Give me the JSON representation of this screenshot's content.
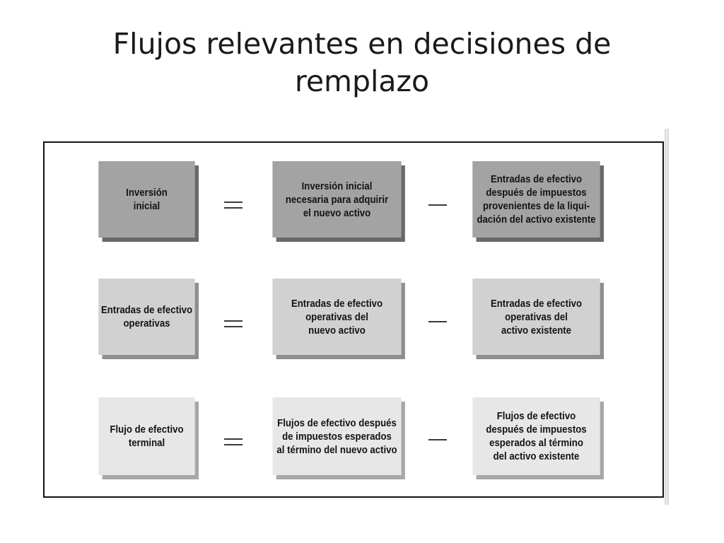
{
  "slide": {
    "title": "Flujos relevantes en decisiones de remplazo"
  },
  "diagram": {
    "rows": [
      {
        "result": "Inversión\ninicial",
        "operand_a": "Inversión inicial\nnecesaria para adquirir\nel nuevo activo",
        "operand_b": "Entradas de efectivo\ndespués de impuestos\nprovenientes de la liqui-\ndación del activo existente"
      },
      {
        "result": "Entradas de efectivo\noperativas",
        "operand_a": "Entradas de efectivo\noperativas del\nnuevo activo",
        "operand_b": "Entradas de efectivo\noperativas del\nactivo existente"
      },
      {
        "result": "Flujo de efectivo\nterminal",
        "operand_a": "Flujos de efectivo después\nde impuestos esperados\nal término del nuevo activo",
        "operand_b": "Flujos de efectivo\ndespués de impuestos\nesperados al término\ndel activo existente"
      }
    ]
  },
  "colors": {
    "row1_fill": "#a3a3a3",
    "row2_fill": "#d1d1d1",
    "row3_fill": "#e7e7e7",
    "frame_border": "#141414"
  }
}
